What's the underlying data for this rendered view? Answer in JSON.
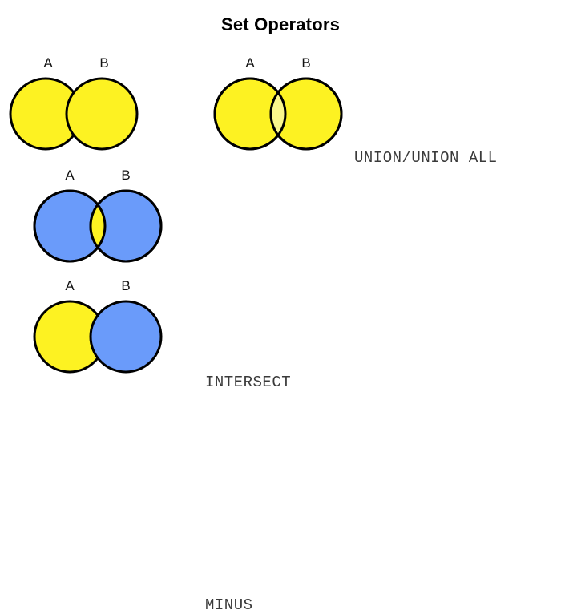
{
  "title": "Set Operators",
  "colors": {
    "yellow": "#FDF222",
    "yellow_light": "#FBF78C",
    "blue": "#6A9BFA",
    "outline": "#000000",
    "background": "#FFFFFF",
    "title_text": "#000000",
    "label_text": "#3A3A3A"
  },
  "rows": [
    {
      "id": "union",
      "operator": "UNION/UNION ALL",
      "diagrams": [
        {
          "id": "plain-pair",
          "circles": [
            {
              "label": "A",
              "fill": "yellow"
            },
            {
              "label": "B",
              "fill": "yellow"
            }
          ],
          "overlap_fill": "yellow",
          "overlap_outlined": true
        },
        {
          "id": "union-pair",
          "circles": [
            {
              "label": "A",
              "fill": "yellow"
            },
            {
              "label": "B",
              "fill": "yellow"
            }
          ],
          "overlap_fill": "yellow_light",
          "overlap_outlined": true
        }
      ]
    },
    {
      "id": "intersect",
      "operator": "INTERSECT",
      "diagrams": [
        {
          "id": "intersect-pair",
          "circles": [
            {
              "label": "A",
              "fill": "blue"
            },
            {
              "label": "B",
              "fill": "blue"
            }
          ],
          "overlap_fill": "yellow",
          "overlap_outlined": true
        }
      ]
    },
    {
      "id": "minus",
      "operator": "MINUS",
      "diagrams": [
        {
          "id": "minus-pair",
          "circles": [
            {
              "label": "A",
              "fill": "yellow"
            },
            {
              "label": "B",
              "fill": "blue"
            }
          ],
          "overlap_fill": "blue",
          "overlap_outlined": false
        }
      ]
    }
  ]
}
